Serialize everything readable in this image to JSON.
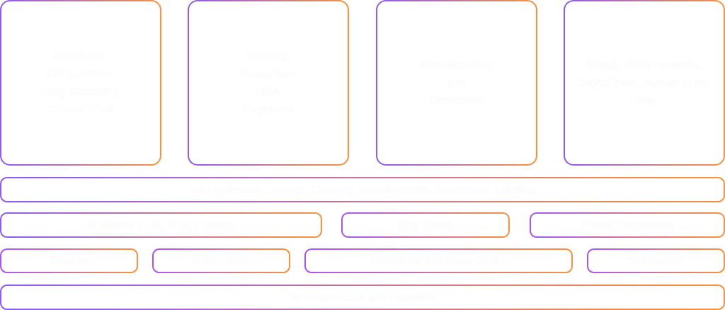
{
  "colors": {
    "gradient_start": "#8b5cf6",
    "gradient_end": "#fb923c"
  },
  "use_cases": [
    {
      "label": "Healthcare:\nLifeSciences,\nDrug Discovery,\nClinical Trials"
    },
    {
      "label": "Banking,\nInvestment\nM&A\nPayments"
    },
    {
      "label": "Manufacturing\nand\nOperations"
    },
    {
      "label": "Supply chain networks,\nDigital Twin, Human in the\nloop"
    }
  ],
  "layers": {
    "data_layer": "Data Collection, Lineage, Cleaning, Transformation, Enrichment, Labeling",
    "ai_models": "AI Models (LLM, SLM, Custom)",
    "fine_tuning": "Fine Tuning",
    "prompt_engineering": "Prompt Engineering",
    "security": "Security",
    "governance": "Governance",
    "monitoring": "Monitoring and Observability",
    "compliance": "Compliance",
    "infrastructure": "AI Infrastructure and Hardware"
  }
}
